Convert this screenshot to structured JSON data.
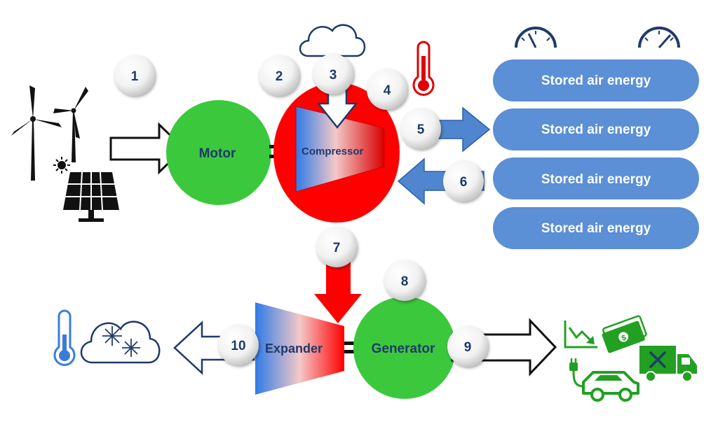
{
  "components": {
    "motor": "Motor",
    "compressor": "Compressor",
    "expander": "Expander",
    "generator": "Generator"
  },
  "storage": [
    "Stored air energy",
    "Stored air energy",
    "Stored air energy",
    "Stored air energy"
  ],
  "steps": [
    "1",
    "2",
    "3",
    "4",
    "5",
    "6",
    "7",
    "8",
    "9",
    "10"
  ],
  "icons": {
    "sources": [
      "wind-turbine-icon",
      "solar-panel-icon",
      "sun-icon"
    ],
    "compressor_side": [
      "cloud-icon",
      "hot-thermometer-icon"
    ],
    "storage_side": [
      "pressure-gauge-icon"
    ],
    "expander_side": [
      "cold-thermometer-icon",
      "snow-cloud-icon"
    ],
    "outputs": [
      "falling-price-chart-icon",
      "money-icon",
      "delivery-truck-icon",
      "electric-car-icon"
    ]
  },
  "colors": {
    "motor": "#3cc83c",
    "generator": "#3cc83c",
    "compressor": "#ff0000",
    "storage": "#5b8fd6",
    "arrow_blue": "#4f86cf",
    "arrow_red": "#ff0000",
    "icon_navy": "#1f3a6b",
    "icon_blue": "#3a7dd8",
    "icon_green": "#22a022"
  }
}
